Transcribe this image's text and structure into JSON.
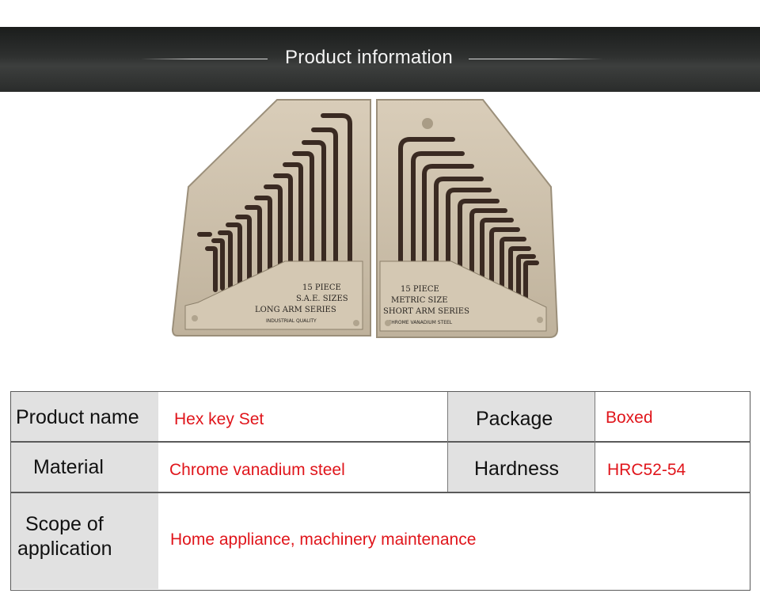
{
  "banner": {
    "title": "Product information"
  },
  "product_image": {
    "description_icon": "hex-key-set-photo-icon"
  },
  "spec_table": {
    "product_name_label": "Product name",
    "product_name_value": "Hex key Set",
    "package_label": "Package",
    "package_value": "Boxed",
    "material_label": "Material",
    "material_value": "Chrome vanadium steel",
    "hardness_label": "Hardness",
    "hardness_value": "HRC52-54",
    "scope_label_line1": "Scope of",
    "scope_label_line2": "application",
    "scope_value": "Home appliance, machinery maintenance"
  },
  "case_print": {
    "left_line1": "15 PIECE",
    "left_line2": "S.A.E. SIZES",
    "left_line3": "LONG ARM  SERIES",
    "left_line4": "INDUSTRIAL QUALITY",
    "right_line1": "15 PIECE",
    "right_line2": "METRIC SIZE",
    "right_line3": "SHORT ARM  SERIES",
    "right_line4": "CHROME  VANADIUM  STEEL"
  },
  "colors": {
    "value_text": "#e0151b",
    "label_bg": "#e1e1e1",
    "banner_bg": "#2e302f"
  }
}
